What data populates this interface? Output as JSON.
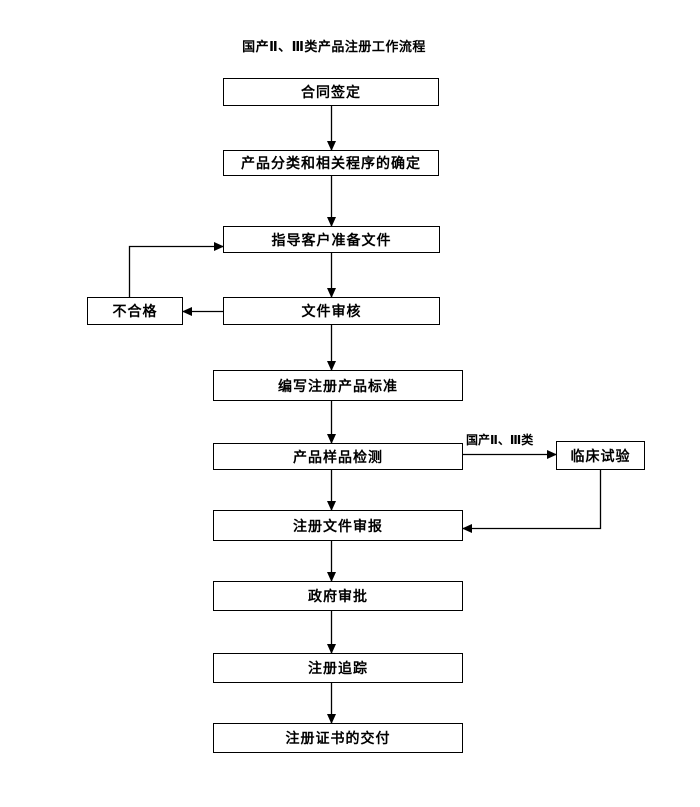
{
  "title": "国产Ⅱ、Ⅲ类产品注册工作流程",
  "nodes": {
    "contract": {
      "label": "合同签定"
    },
    "classification": {
      "label": "产品分类和相关程序的确定"
    },
    "guide_docs": {
      "label": "指导客户准备文件"
    },
    "doc_review": {
      "label": "文件审核"
    },
    "unqualified": {
      "label": "不合格"
    },
    "write_standard": {
      "label": "编写注册产品标准"
    },
    "sample_testing": {
      "label": "产品样品检测"
    },
    "clinical_trial": {
      "label": "临床试验"
    },
    "submission": {
      "label": "注册文件审报"
    },
    "gov_approval": {
      "label": "政府审批"
    },
    "tracking": {
      "label": "注册追踪"
    },
    "certificate": {
      "label": "注册证书的交付"
    }
  },
  "edge_labels": {
    "domestic_class": "国产Ⅱ、Ⅲ类"
  },
  "colors": {
    "background": "#ffffff",
    "line": "#000000",
    "box_border": "#000000",
    "text": "#000000"
  }
}
